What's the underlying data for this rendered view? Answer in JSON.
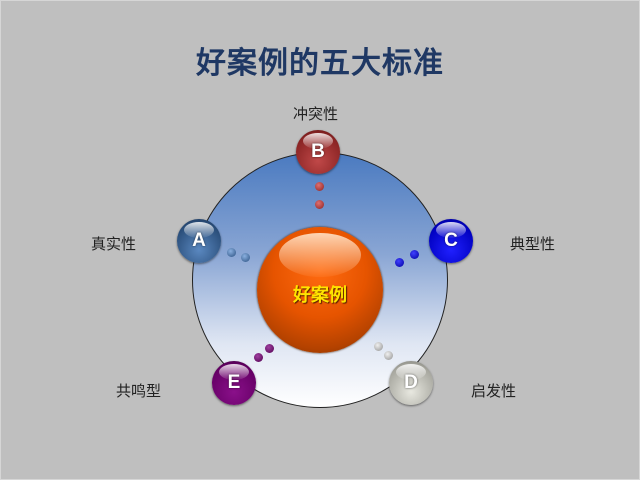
{
  "title": "好案例的五大标准",
  "center": {
    "label": "好案例",
    "color": "#e65400"
  },
  "nodes": [
    {
      "letter": "A",
      "label": "真实性",
      "color": "#3a6494"
    },
    {
      "letter": "B",
      "label": "冲突性",
      "color": "#a03030"
    },
    {
      "letter": "C",
      "label": "典型性",
      "color": "#0000c8"
    },
    {
      "letter": "D",
      "label": "启发性",
      "color": "#a8a8a0"
    },
    {
      "letter": "E",
      "label": "共鸣型",
      "color": "#6a006a"
    }
  ]
}
